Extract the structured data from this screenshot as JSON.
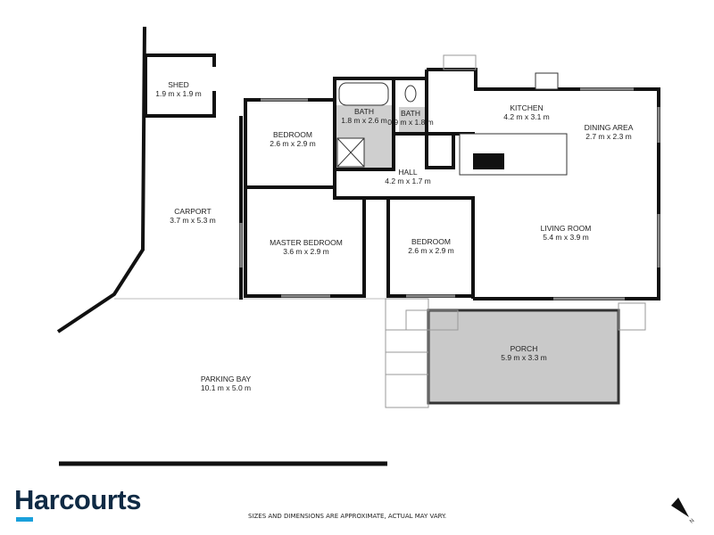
{
  "rooms": [
    {
      "name": "SHED",
      "size": "1.9 m x 1.9 m"
    },
    {
      "name": "BEDROOM",
      "size": "2.6 m x 2.9 m"
    },
    {
      "name": "BATH",
      "size": "1.8 m x 2.6 m"
    },
    {
      "name": "BATH",
      "size": "0.9 m x 1.8 m"
    },
    {
      "name": "KITCHEN",
      "size": "4.2 m x 3.1 m"
    },
    {
      "name": "DINING AREA",
      "size": "2.7 m x 2.3 m"
    },
    {
      "name": "HALL",
      "size": "4.2 m x 1.7 m"
    },
    {
      "name": "CARPORT",
      "size": "3.7 m x 5.3 m"
    },
    {
      "name": "LIVING ROOM",
      "size": "5.4 m x 3.9 m"
    },
    {
      "name": "MASTER BEDROOM",
      "size": "3.6 m x 2.9 m"
    },
    {
      "name": "BEDROOM",
      "size": "2.6 m x 2.9 m"
    },
    {
      "name": "PORCH",
      "size": "5.9 m x 3.3 m"
    },
    {
      "name": "PARKING BAY",
      "size": "10.1 m x 5.0 m"
    }
  ],
  "brand": {
    "logo": "Harcourts",
    "color": "#0f2a44",
    "accent": "#1aa0db"
  },
  "disclaimer": "SIZES AND DIMENSIONS ARE APPROXIMATE, ACTUAL MAY VARY.",
  "compass": {
    "label": "N",
    "icon": "north-arrow-icon"
  },
  "colors": {
    "wall": "#111111",
    "wet_area": "#cfcfcf",
    "porch": "#c9c9c9"
  }
}
